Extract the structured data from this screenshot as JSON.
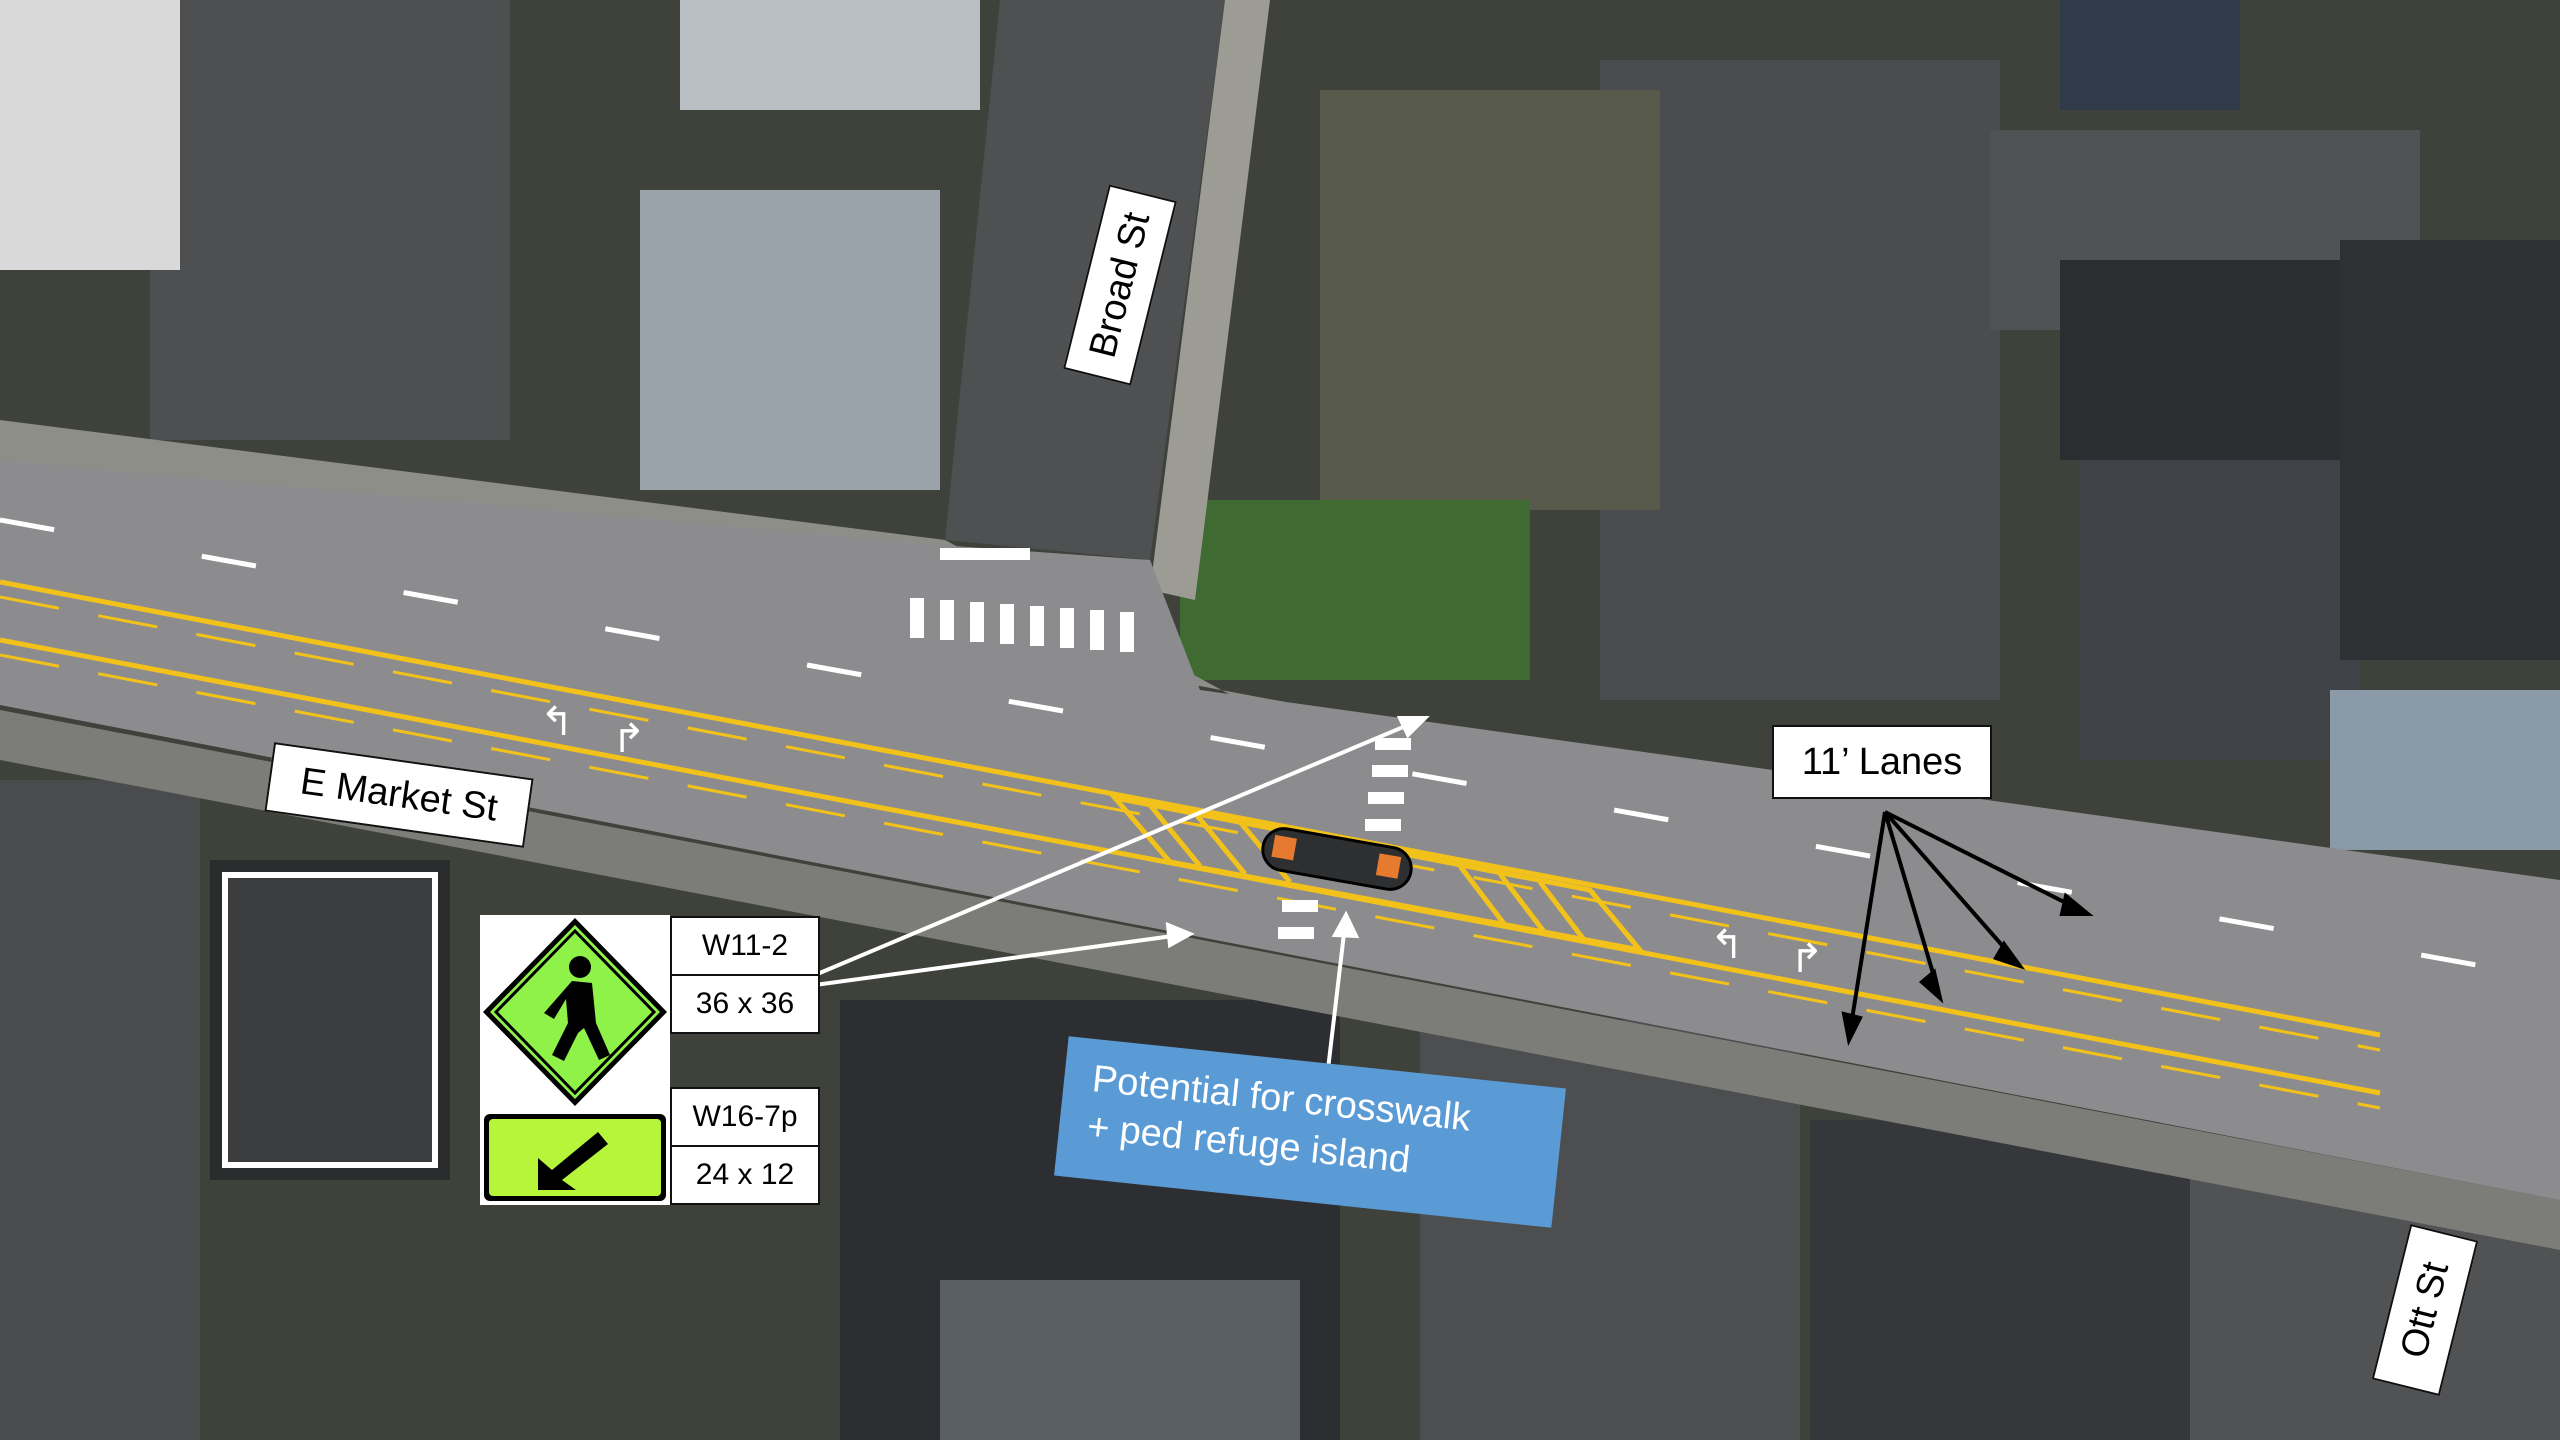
{
  "streets": {
    "broad": "Broad St",
    "market": "E Market St",
    "ott": "Ott St"
  },
  "lanes_label": "11’ Lanes",
  "callout": {
    "line1": "Potential for crosswalk",
    "line2": "+ ped refuge island"
  },
  "signs": {
    "pedestrian": {
      "code": "W11-2",
      "size": "36 x 36",
      "icon": "pedestrian-crossing-icon",
      "color": "#8ef248"
    },
    "arrow": {
      "code": "W16-7p",
      "size": "24 x 12",
      "icon": "diagonal-arrow-icon",
      "color": "#b7f53a"
    }
  },
  "colors": {
    "road": "#8c8c8e",
    "centerline": "#f2c21b",
    "callout": "#5b9bd5"
  }
}
